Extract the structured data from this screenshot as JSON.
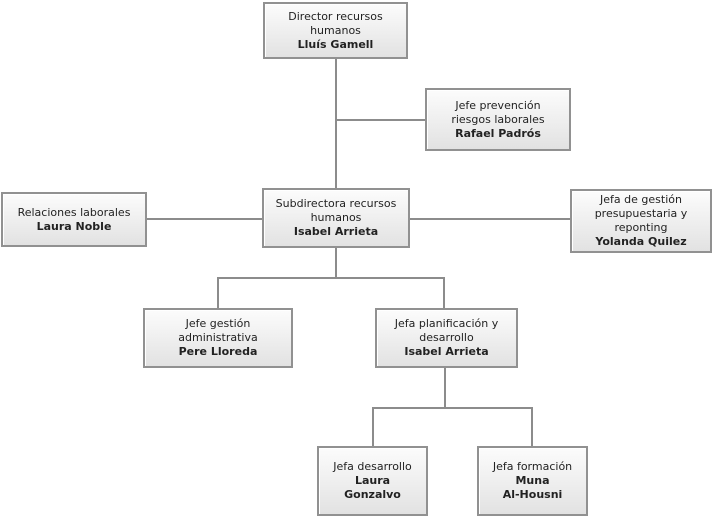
{
  "colors": {
    "background": "#ffffff",
    "box_border": "#919191",
    "box_fill_top": "#fcfcfc",
    "box_fill_bottom": "#e2e2e2",
    "connector": "#8c8c8c",
    "text": "#222222"
  },
  "nodes": {
    "director": {
      "title": "Director recursos\nhumanos",
      "name": "Lluís Gamell"
    },
    "prevencion": {
      "title": "Jefe prevención\nriesgos laborales",
      "name": "Rafael Padrós"
    },
    "relaciones": {
      "title": "Relaciones laborales",
      "name": "Laura Noble"
    },
    "subdirectora": {
      "title": "Subdirectora recursos\nhumanos",
      "name": "Isabel Arrieta"
    },
    "presupuestaria": {
      "title": "Jefa de gestión\npresupuestaria y\nreponting",
      "name": "Yolanda Quilez"
    },
    "administrativa": {
      "title": "Jefe gestión\nadministrativa",
      "name": "Pere Lloreda"
    },
    "planificacion": {
      "title": "Jefa planificación y\ndesarrollo",
      "name": "Isabel Arrieta"
    },
    "desarrollo": {
      "title": "Jefa desarrollo",
      "name": "Laura\nGonzalvo"
    },
    "formacion": {
      "title": "Jefa formación",
      "name": "Muna\nAl-Housni"
    }
  },
  "edges": [
    {
      "from": "director",
      "to": "prevencion"
    },
    {
      "from": "director",
      "to": "subdirectora"
    },
    {
      "from": "subdirectora",
      "to": "relaciones"
    },
    {
      "from": "subdirectora",
      "to": "presupuestaria"
    },
    {
      "from": "subdirectora",
      "to": "administrativa"
    },
    {
      "from": "subdirectora",
      "to": "planificacion"
    },
    {
      "from": "planificacion",
      "to": "desarrollo"
    },
    {
      "from": "planificacion",
      "to": "formacion"
    }
  ]
}
